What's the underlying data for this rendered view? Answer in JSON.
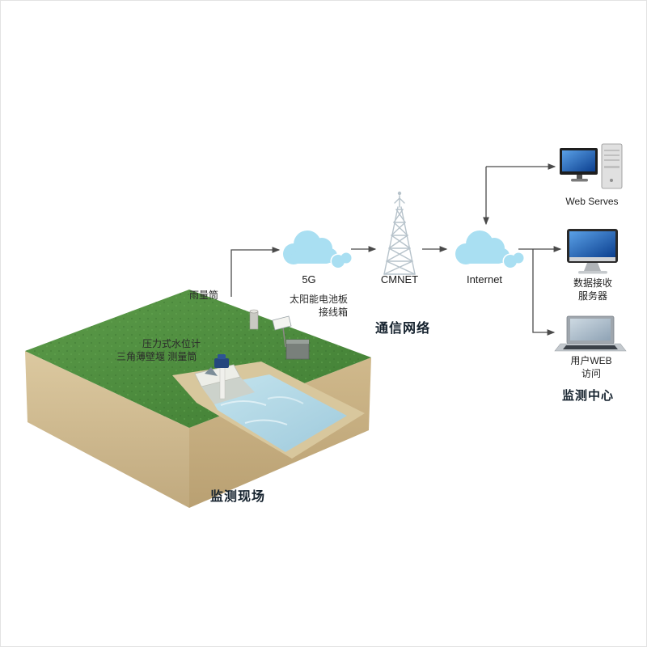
{
  "site": {
    "section_label": "监测现场",
    "annotations": {
      "rain_gauge": "雨量筒",
      "solar_panel": "太阳能电池板",
      "junction_box": "接线箱",
      "water_level_sensor": "压力式水位计",
      "weir": "三角薄壁堰 测量筒"
    }
  },
  "network": {
    "section_label": "通信网络",
    "nodes": [
      {
        "id": "cloud-5g",
        "label": "5G"
      },
      {
        "id": "tower-cmnet",
        "label": "CMNET"
      },
      {
        "id": "cloud-internet",
        "label": "Internet"
      }
    ]
  },
  "monitoring_center": {
    "section_label": "监测中心",
    "devices": [
      {
        "id": "web-server",
        "label": "Web Serves"
      },
      {
        "id": "data-server",
        "line1": "数据接收",
        "line2": "服务器"
      },
      {
        "id": "user-web",
        "line1": "用户WEB",
        "line2": "访问"
      }
    ]
  },
  "connections": [
    {
      "from": "监测现场",
      "to": "5G"
    },
    {
      "from": "5G",
      "to": "CMNET"
    },
    {
      "from": "CMNET",
      "to": "Internet"
    },
    {
      "from": "Internet",
      "to": "Web Serves"
    },
    {
      "from": "Internet",
      "to": "数据接收服务器"
    },
    {
      "from": "Internet",
      "to": "用户WEB访问"
    }
  ],
  "icons": {
    "network_cloud": "cloud-shape",
    "cmnet_tower": "radio-lattice-tower",
    "web_server": "desktop-computer-with-tower",
    "data_server": "desktop-monitor",
    "user_web": "laptop"
  },
  "colors": {
    "cloud": "#a9dff2",
    "grass": "#4e8f3e",
    "soil": "#d3bf96",
    "water": "#b3dbe8",
    "screen_blue": "#1565c0",
    "connector_line": "#4a4a4a",
    "label_dark": "#15222e"
  }
}
